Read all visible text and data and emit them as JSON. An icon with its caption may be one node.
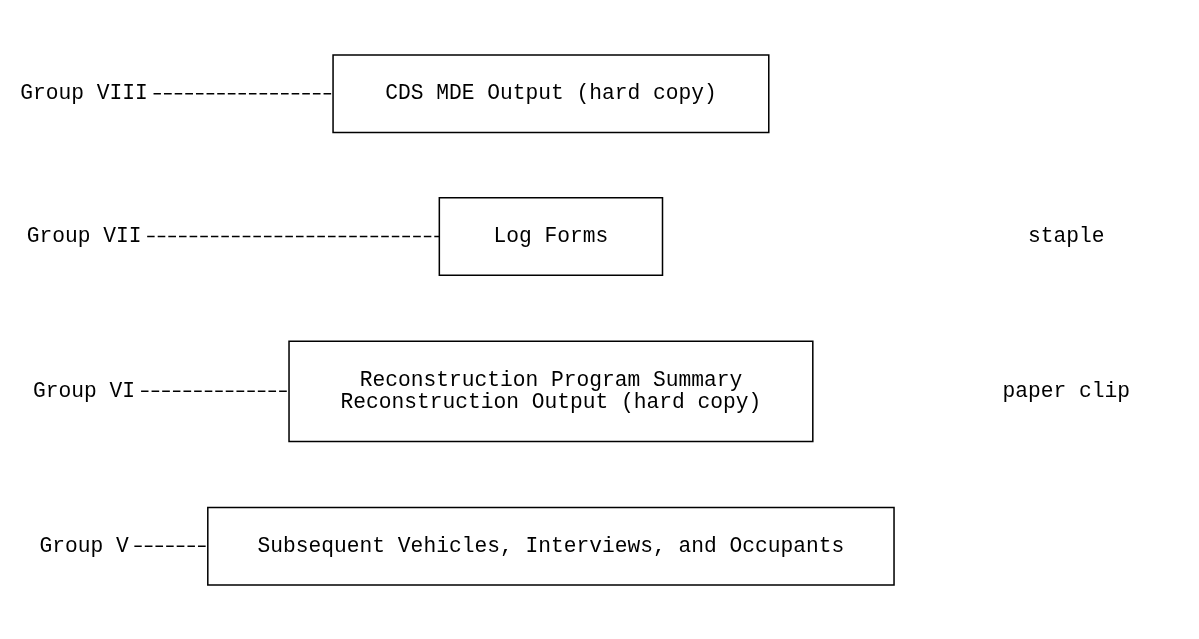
{
  "diagram": {
    "nodes": [
      {
        "text": [
          "Group V"
        ]
      },
      {
        "text": [
          "Subsequent Vehicles, Interviews, and Occupants"
        ]
      },
      {
        "text": [
          "Group VI"
        ]
      },
      {
        "text": [
          "Reconstruction Program Summary",
          "Reconstruction Output (hard copy)"
        ]
      },
      {
        "text": [
          "Group VII"
        ]
      },
      {
        "text": [
          "Log Forms"
        ]
      },
      {
        "text": [
          "Group VIII"
        ]
      },
      {
        "text": [
          "CDS MDE Output (hard copy)"
        ]
      }
    ],
    "edges": [
      {
        "from": 0,
        "to": 1,
        "arrow": "none",
        "style": "dashed"
      },
      {
        "from": 2,
        "to": 3,
        "arrow": "none",
        "style": "dashed"
      },
      {
        "from": 4,
        "to": 5,
        "arrow": "none",
        "style": "dashed"
      },
      {
        "from": 6,
        "to": 7,
        "arrow": "none",
        "style": "dashed"
      }
    ],
    "labels": [
      "paper clip",
      "staple"
    ]
  }
}
